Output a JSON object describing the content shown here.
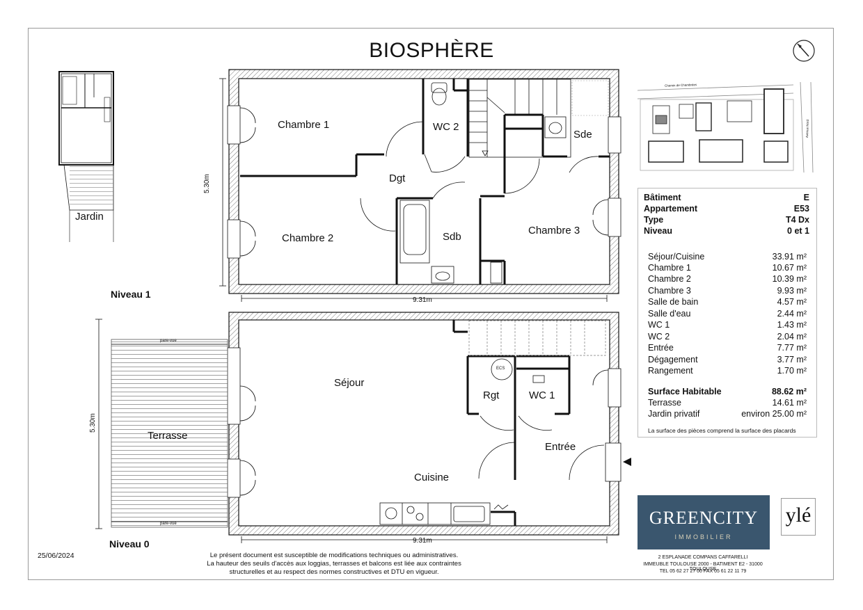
{
  "title": "BIOSPHÈRE",
  "levels": {
    "level1": "Niveau 1",
    "level0": "Niveau 0"
  },
  "rooms": {
    "chambre1": "Chambre 1",
    "chambre2": "Chambre 2",
    "chambre3": "Chambre 3",
    "wc2": "WC 2",
    "dgt": "Dgt",
    "sde": "Sde",
    "sdb": "Sdb",
    "sejour": "Séjour",
    "terrasse": "Terrasse",
    "rgt": "Rgt",
    "wc1": "WC 1",
    "entree": "Entrée",
    "cuisine": "Cuisine",
    "jardin": "Jardin",
    "ecs": "ECS"
  },
  "dimensions": {
    "width_level1": "9.31m",
    "width_level0": "9.31m",
    "height_level1": "5.30m",
    "height_level0": "5.30m",
    "pare_vue_top": "pare-vue",
    "pare_vue_bottom": "pare-vue"
  },
  "site_plan": {
    "road_top": "Chemin de Chambrées",
    "road_right": "Avenue Nord"
  },
  "info": {
    "header": [
      {
        "label": "Bâtiment",
        "value": "E"
      },
      {
        "label": "Appartement",
        "value": "E53"
      },
      {
        "label": "Type",
        "value": "T4 Dx"
      },
      {
        "label": "Niveau",
        "value": "0 et 1"
      }
    ],
    "surfaces": [
      {
        "label": "Séjour/Cuisine",
        "value": "33.91 m²"
      },
      {
        "label": "Chambre 1",
        "value": "10.67 m²"
      },
      {
        "label": "Chambre 2",
        "value": "10.39 m²"
      },
      {
        "label": "Chambre 3",
        "value": "9.93 m²"
      },
      {
        "label": "Salle de bain",
        "value": "4.57 m²"
      },
      {
        "label": "Salle d'eau",
        "value": "2.44 m²"
      },
      {
        "label": "WC 1",
        "value": "1.43 m²"
      },
      {
        "label": "WC 2",
        "value": "2.04 m²"
      },
      {
        "label": "Entrée",
        "value": "7.77 m²"
      },
      {
        "label": "Dégagement",
        "value": "3.77 m²"
      },
      {
        "label": "Rangement",
        "value": "1.70 m²"
      }
    ],
    "total": {
      "label": "Surface Habitable",
      "value": "88.62 m²"
    },
    "extras": [
      {
        "label": "Terrasse",
        "value": "14.61 m²"
      },
      {
        "label": "Jardin privatif",
        "value": "environ 25.00 m²"
      }
    ],
    "note": "La surface des pièces comprend la surface des placards"
  },
  "branding": {
    "greencity_name": "GREENCITY",
    "greencity_sub": "IMMOBILIER",
    "yle": "ylé",
    "address1": "2 ESPLANADE COMPANS CAFFARELLI",
    "address2": "IMMEUBLE TOULOUSE 2000 - BATIMENT E2 - 31000 TOULOUSE",
    "address3": "TEL 05 62 27 27 00     FAX 05 61 22 11 79"
  },
  "footer": {
    "date": "25/06/2024",
    "disclaimer1": "Le présent document est susceptible de modifications techniques ou administratives.",
    "disclaimer2": "La hauteur des seuils d'accès aux loggias, terrasses et balcons est liée aux contraintes",
    "disclaimer3": "structurelles et au respect des normes constructives et DTU en vigueur."
  },
  "icons": {
    "compass": "north-arrow-icon",
    "entry": "entry-arrow-icon"
  }
}
